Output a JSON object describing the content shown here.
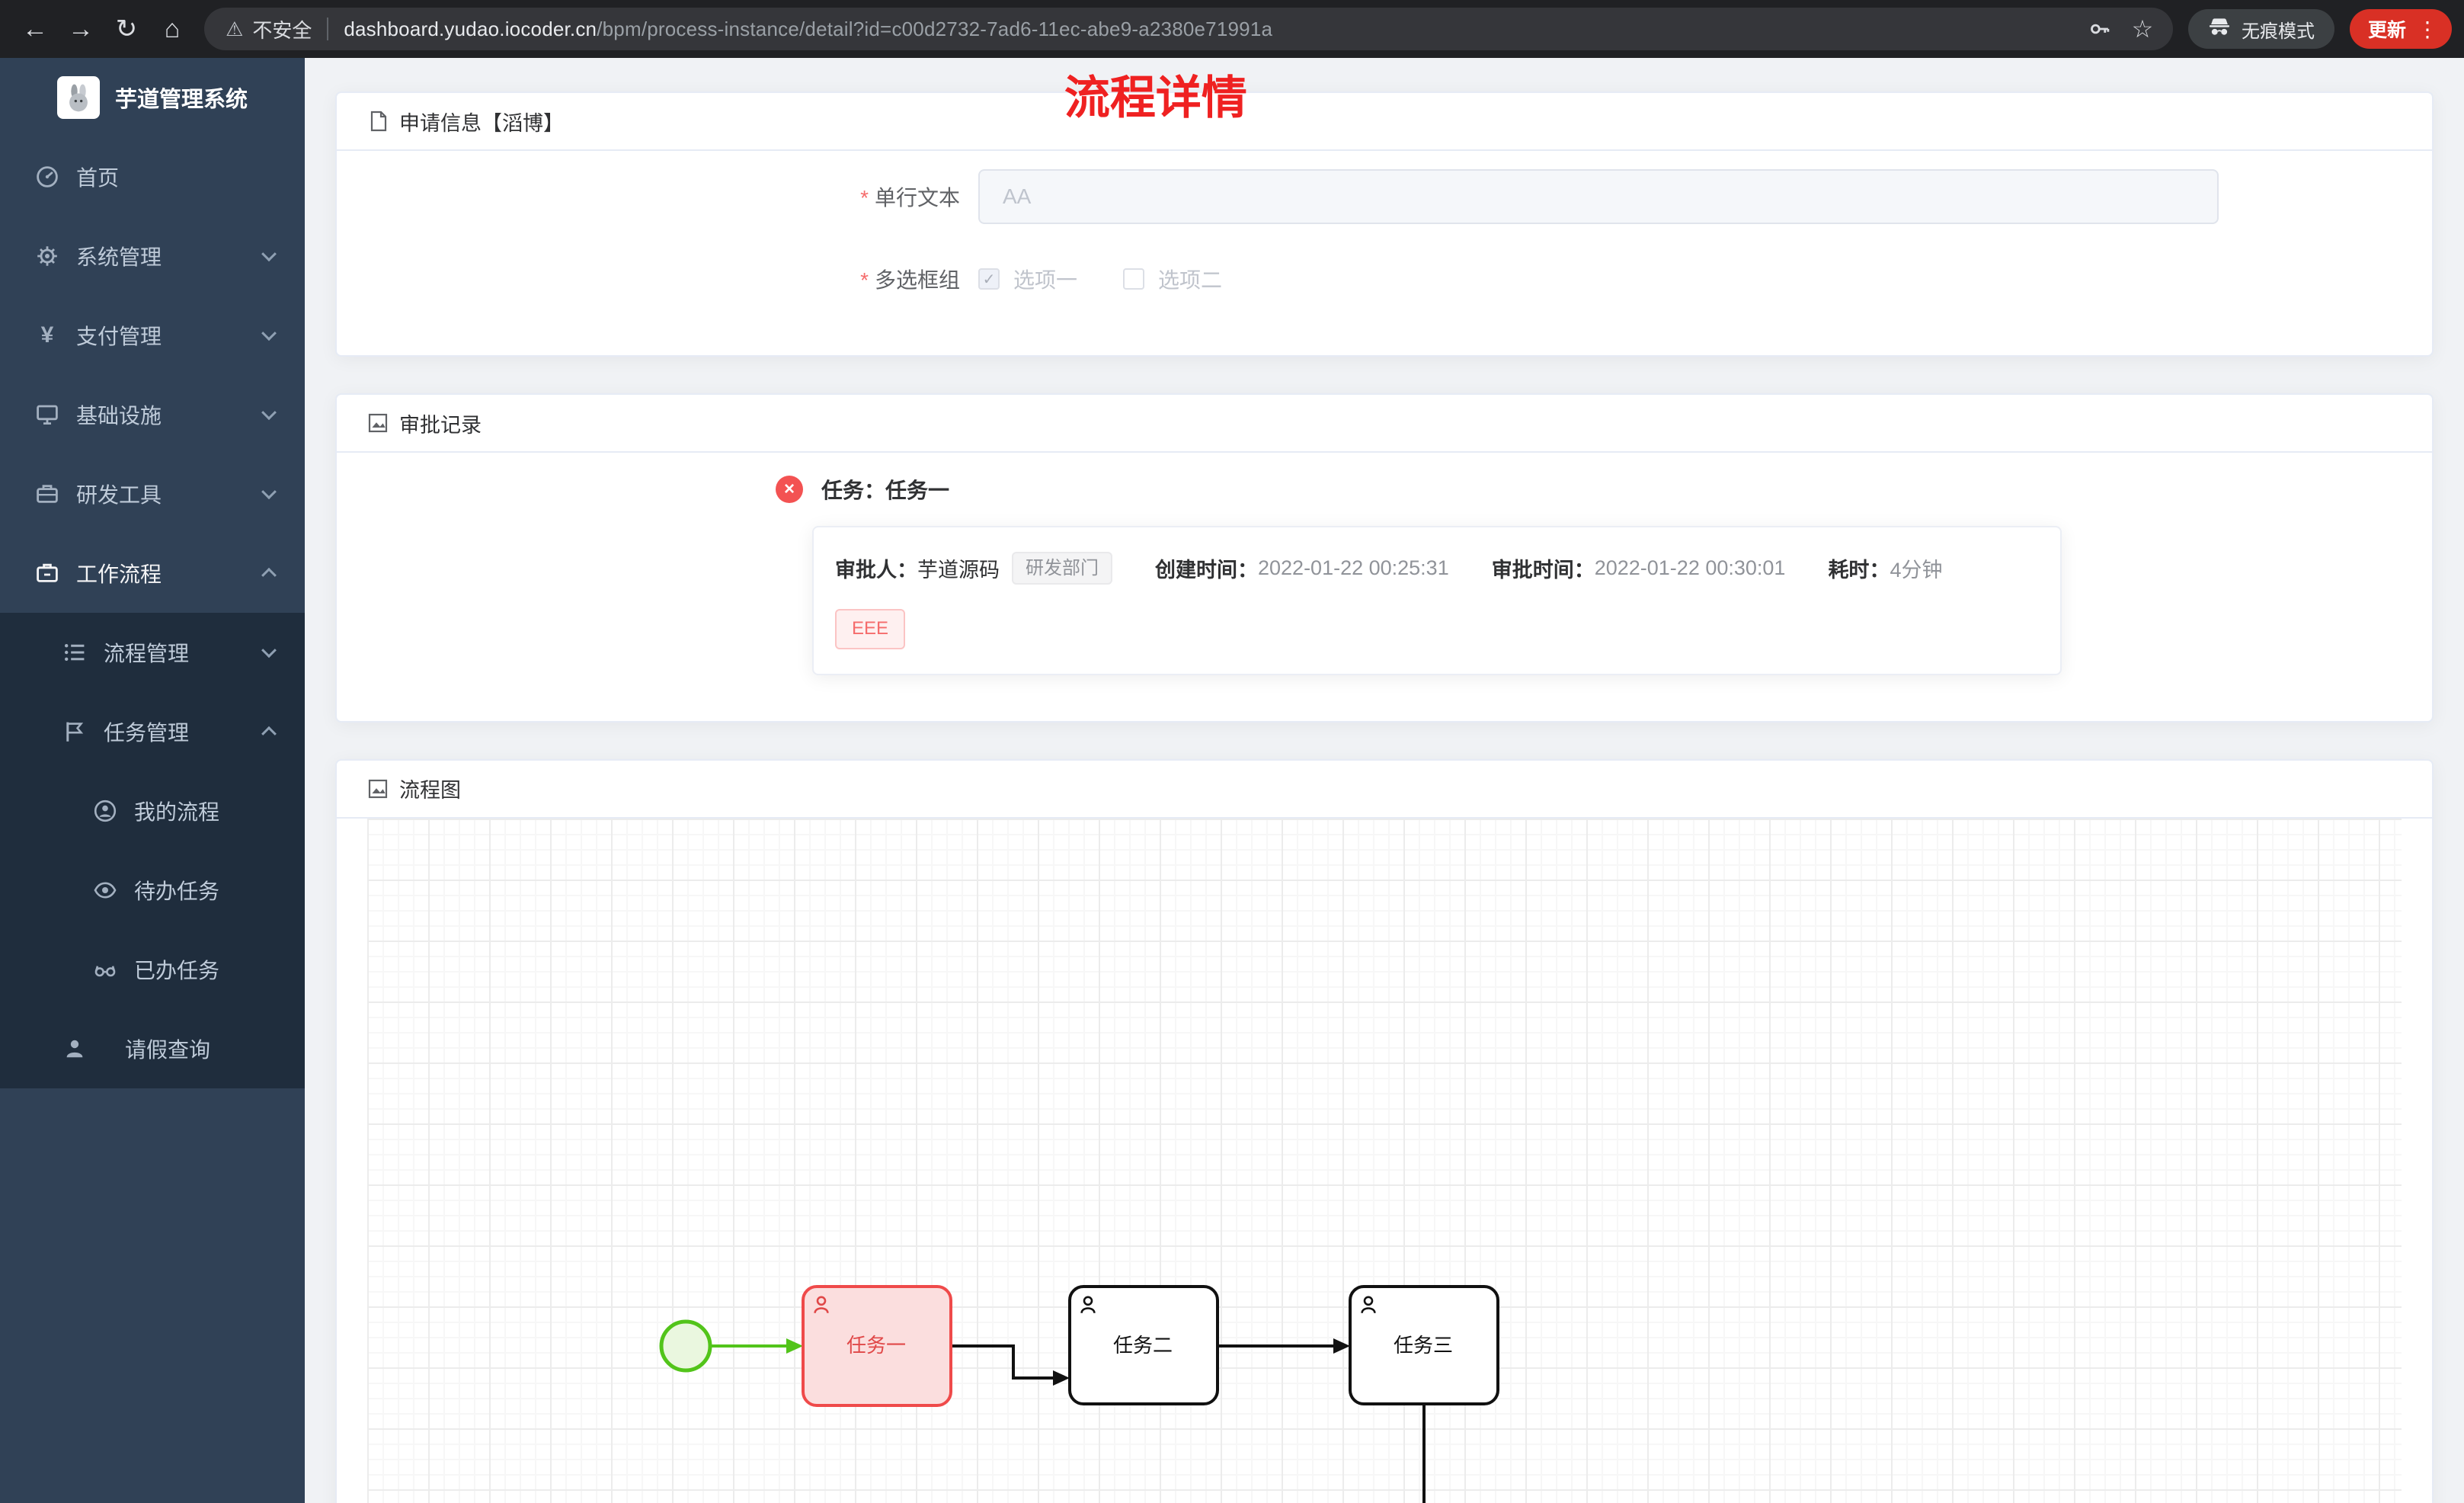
{
  "browser": {
    "security_label": "不安全",
    "url_domain": "dashboard.yudao.iocoder.cn",
    "url_path": "/bpm/process-instance/detail?id=c00d2732-7ad6-11ec-abe9-a2380e71991a",
    "incognito_label": "无痕模式",
    "update_label": "更新"
  },
  "sidebar": {
    "app_title": "芋道管理系统",
    "items": [
      {
        "label": "首页",
        "icon": "dashboard-icon"
      },
      {
        "label": "系统管理",
        "icon": "gear-icon",
        "chevron": "down"
      },
      {
        "label": "支付管理",
        "icon": "yen-icon",
        "chevron": "down"
      },
      {
        "label": "基础设施",
        "icon": "monitor-icon",
        "chevron": "down"
      },
      {
        "label": "研发工具",
        "icon": "tools-icon",
        "chevron": "down"
      },
      {
        "label": "工作流程",
        "icon": "workflow-icon",
        "chevron": "up",
        "expanded": true
      },
      {
        "label": "流程管理",
        "icon": "list-icon",
        "chevron": "down"
      },
      {
        "label": "任务管理",
        "icon": "flag-icon",
        "chevron": "up",
        "expanded": true
      },
      {
        "label": "我的流程",
        "icon": "my-process-icon"
      },
      {
        "label": "待办任务",
        "icon": "eye-icon"
      },
      {
        "label": "已办任务",
        "icon": "glasses-icon"
      },
      {
        "label": "请假查询",
        "icon": "person-icon"
      }
    ]
  },
  "page": {
    "title": "流程详情"
  },
  "apply_card": {
    "title": "申请信息【滔博】",
    "fields": [
      {
        "label": "单行文本",
        "required": true,
        "value": "AA"
      },
      {
        "label": "多选框组",
        "required": true,
        "options": [
          {
            "label": "选项一",
            "checked": true
          },
          {
            "label": "选项二",
            "checked": false
          }
        ]
      }
    ]
  },
  "approval_card": {
    "title": "审批记录",
    "tasks": [
      {
        "name": "任务：任务一",
        "status": "rejected",
        "fields": {
          "assignee_label": "审批人：",
          "assignee": "芋道源码",
          "assignee_dept_tag": "研发部门",
          "created_label": "创建时间：",
          "created_time": "2022-01-22 00:25:31",
          "approved_label": "审批时间：",
          "approved_time": "2022-01-22 00:30:01",
          "duration_label": "耗时：",
          "duration": "4分钟"
        },
        "comment_tag": "EEE"
      }
    ]
  },
  "diagram_card": {
    "title": "流程图",
    "nodes": [
      {
        "id": "start",
        "type": "start-event",
        "state": "completed"
      },
      {
        "id": "task1",
        "label": "任务一",
        "type": "user-task",
        "state": "rejected"
      },
      {
        "id": "task2",
        "label": "任务二",
        "type": "user-task",
        "state": "pending"
      },
      {
        "id": "task3",
        "label": "任务三",
        "type": "user-task",
        "state": "pending"
      }
    ]
  },
  "colors": {
    "page_title_red": "#ef2121",
    "sidebar_bg": "#304156",
    "submenu_bg": "#1f2d3d",
    "success_green": "#52c41a",
    "danger_red": "#f56c6c",
    "rejected_task_border": "#ef4a4a",
    "update_button": "#d93025"
  }
}
